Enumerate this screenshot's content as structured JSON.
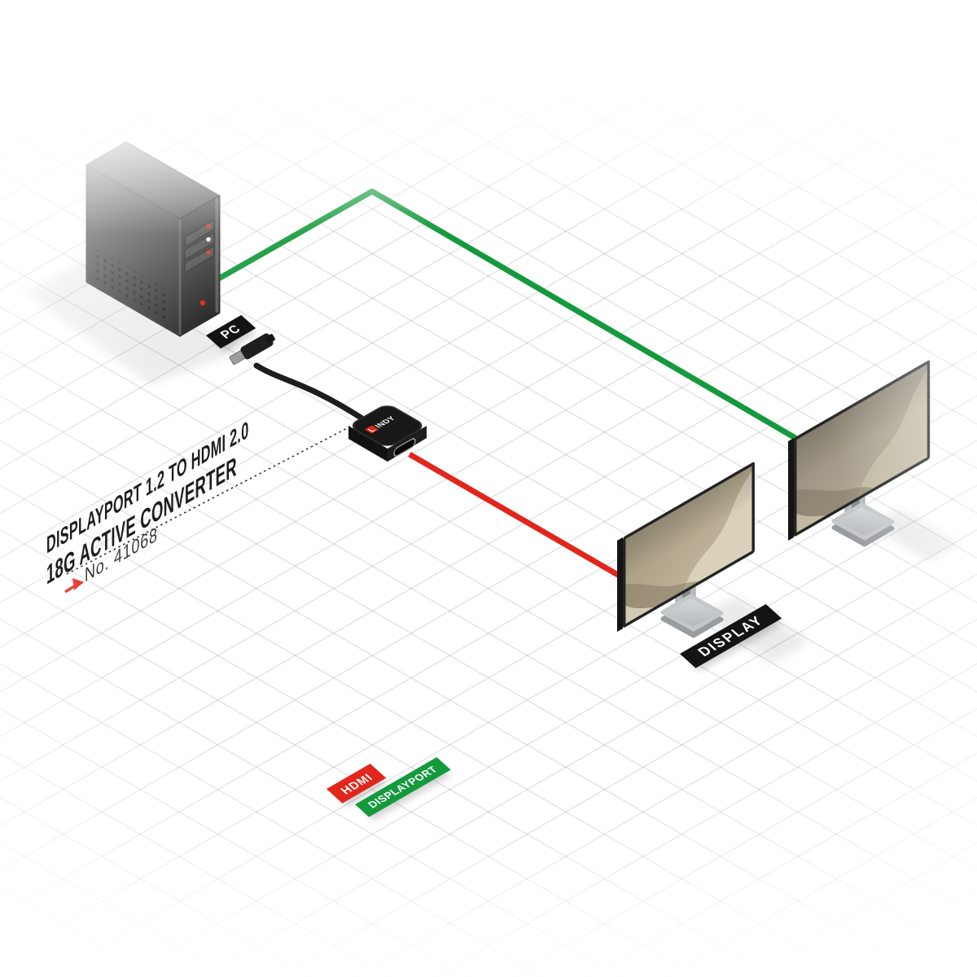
{
  "annotation": {
    "title_line1": "DISPLAYPORT 1.2 TO HDMI 2.0",
    "title_line2": "18G ACTIVE CONVERTER",
    "product_no": "No. 41068"
  },
  "device_labels": {
    "pc": "PC",
    "display": "DISPLAY"
  },
  "converter": {
    "brand_l": "L",
    "brand_rest": "INDY"
  },
  "legend": {
    "hdmi_label": "HDMI",
    "displayport_label": "DISPLAYPORT"
  },
  "colors": {
    "hdmi_red": "#e2261c",
    "displayport_green": "#149a3c",
    "label_black": "#141414"
  }
}
